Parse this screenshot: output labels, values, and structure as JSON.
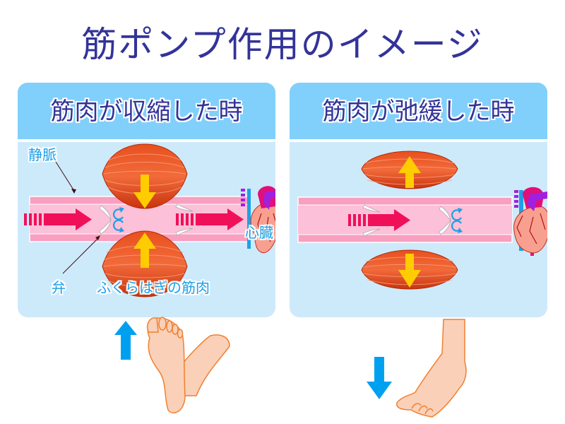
{
  "title": "筋ポンプ作用のイメージ",
  "panels": {
    "contracted": {
      "title": "筋肉が収縮した時",
      "labels": {
        "vein": "静脈",
        "valve": "弁",
        "calf_muscle": "ふくらはぎの筋肉",
        "heart": "心臓"
      },
      "muscle_arrows": "inward",
      "foot_arrow": "up",
      "foot_pose": "dorsiflexed"
    },
    "relaxed": {
      "title": "筋肉が弛緩した時",
      "muscle_arrows": "outward",
      "foot_arrow": "down",
      "foot_pose": "plantarflexed"
    }
  },
  "colors": {
    "title": "#333399",
    "header_bg": "#80d0fb",
    "panel_bg": "#cdeafb",
    "label": "#1ea0e6",
    "vein_wall": "#f99fc0",
    "vein_lumen": "#fcc0d8",
    "flow_arrow": "#f0105a",
    "muscle": "#e0401a",
    "muscle_arrow": "#ffcc00",
    "foot_arrow": "#00a0f0",
    "foot_skin": "#fad0b8",
    "foot_outline": "#f08030"
  }
}
